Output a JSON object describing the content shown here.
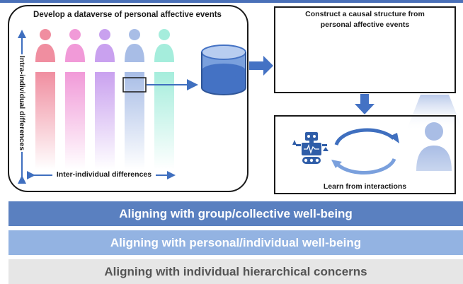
{
  "panel_dataverse": {
    "title": "Develop a dataverse of personal affective events",
    "y_axis_label": "Intra-individual differences",
    "x_axis_label": "Inter-individual differences"
  },
  "panel_causal": {
    "title_line1": "Construct a causal structure from",
    "title_line2": "personal affective events"
  },
  "panel_interaction": {
    "caption": "Learn from interactions"
  },
  "bands": [
    {
      "label": "Aligning with group/collective well-being",
      "bg": "#5a80c0",
      "fg": "#ffffff"
    },
    {
      "label": "Aligning with personal/individual well-being",
      "bg": "#93b3e2",
      "fg": "#ffffff"
    },
    {
      "label": "Aligning with individual hierarchical concerns",
      "bg": "#e6e6e6",
      "fg": "#555555"
    }
  ],
  "colors": {
    "person_red": "#f08ea0",
    "person_pink": "#f19ad8",
    "person_purple": "#c9a1ef",
    "person_blue": "#a8bde6",
    "person_teal": "#a5eddc",
    "accent_blue": "#3f6fbf",
    "database_blue": "#4472c4"
  },
  "icons": {
    "people": "person-silhouette-icon",
    "database": "database-cylinder-icon",
    "data_grid": "data-grid-stack-icon",
    "neural_net": "neural-network-icon",
    "graph": "causal-graph-icon",
    "robot": "robot-icon",
    "cycle": "cycle-arrows-icon",
    "human": "human-silhouette-icon"
  }
}
